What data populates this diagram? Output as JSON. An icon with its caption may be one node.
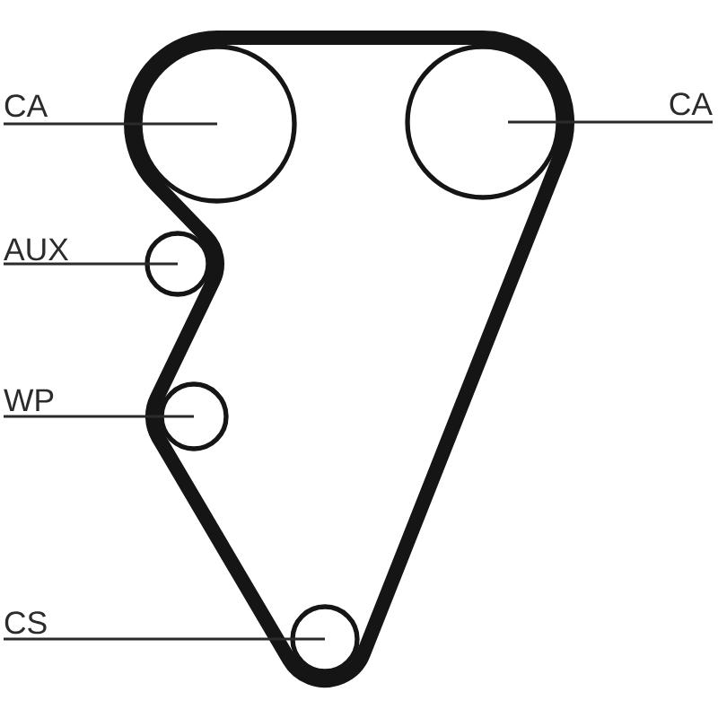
{
  "diagram": {
    "nodes": [
      {
        "text": [
          "CA"
        ]
      },
      {
        "text": [],
        "shape": "circle"
      },
      {
        "text": [],
        "shape": "circle"
      },
      {
        "text": [
          "CA"
        ]
      },
      {
        "text": [
          "AUX"
        ]
      },
      {
        "text": [],
        "shape": "circle"
      },
      {
        "text": [
          "WP"
        ]
      },
      {
        "text": [],
        "shape": "circle"
      },
      {
        "text": [
          "CS"
        ]
      },
      {
        "text": [],
        "shape": "circle"
      }
    ],
    "edges": [
      {
        "from": 0,
        "to": 1,
        "arrow": "none"
      },
      {
        "from": 3,
        "to": 2,
        "arrow": "none"
      },
      {
        "from": 4,
        "to": 5,
        "arrow": "none"
      },
      {
        "from": 6,
        "to": 7,
        "arrow": "none"
      },
      {
        "from": 8,
        "to": 9,
        "arrow": "none"
      }
    ]
  }
}
